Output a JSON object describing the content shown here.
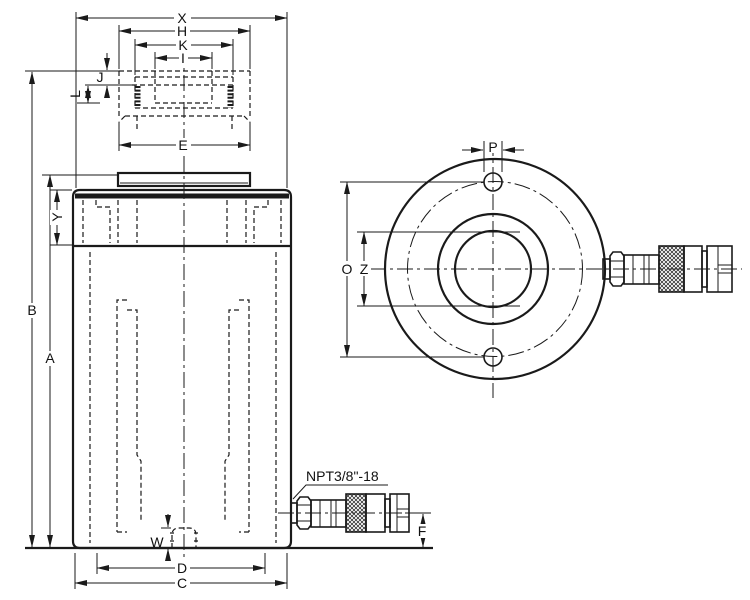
{
  "drawing": {
    "type": "technical-drawing-hollow-plunger-hydraulic-cylinder",
    "background_color": "#ffffff",
    "line_color": "#1a1a1a",
    "port_note": "NPT3/8\"-18",
    "labels": {
      "X": "X",
      "H": "H",
      "K": "K",
      "I": "I",
      "E": "E",
      "J": "J",
      "L": "L",
      "Y": "Y",
      "B": "B",
      "A": "A",
      "W": "W",
      "D": "D",
      "C": "C",
      "F": "F",
      "P": "P",
      "O": "O",
      "Z": "Z"
    }
  }
}
